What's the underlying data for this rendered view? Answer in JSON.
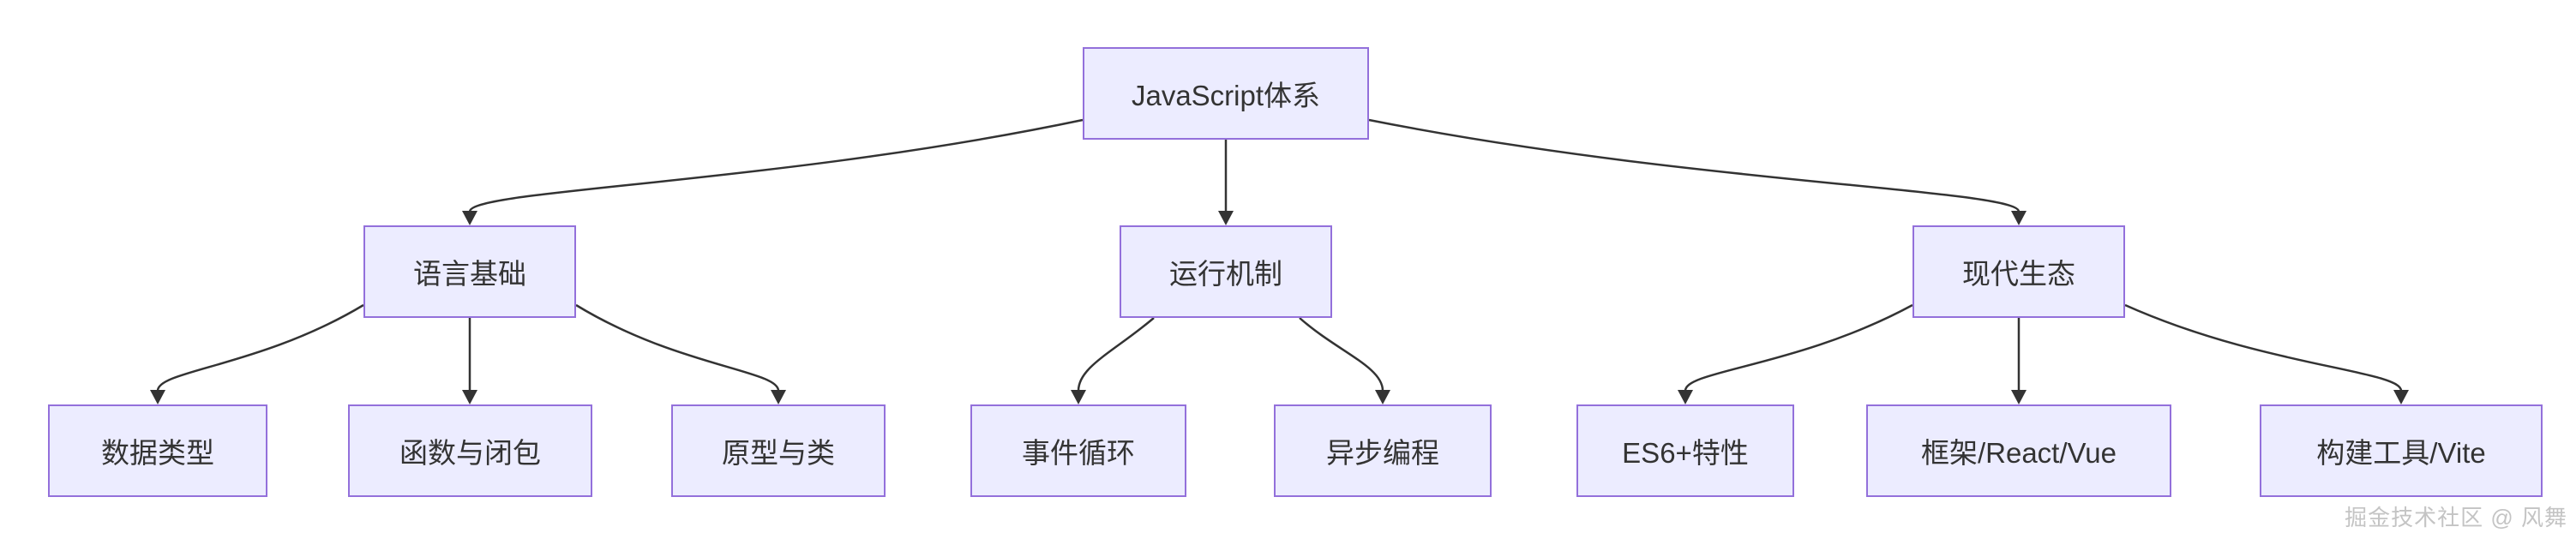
{
  "diagram": {
    "type": "flowchart-top-down",
    "nodes": [
      {
        "id": "root",
        "label": "JavaScript体系",
        "level": 0
      },
      {
        "id": "lang",
        "label": "语言基础",
        "level": 1
      },
      {
        "id": "runtime",
        "label": "运行机制",
        "level": 1
      },
      {
        "id": "eco",
        "label": "现代生态",
        "level": 1
      },
      {
        "id": "datatypes",
        "label": "数据类型",
        "level": 2
      },
      {
        "id": "closures",
        "label": "函数与闭包",
        "level": 2
      },
      {
        "id": "proto",
        "label": "原型与类",
        "level": 2
      },
      {
        "id": "eventloop",
        "label": "事件循环",
        "level": 2
      },
      {
        "id": "async",
        "label": "异步编程",
        "level": 2
      },
      {
        "id": "es6",
        "label": "ES6+特性",
        "level": 2
      },
      {
        "id": "frameworks",
        "label": "框架/React/Vue",
        "level": 2
      },
      {
        "id": "build",
        "label": "构建工具/Vite",
        "level": 2
      }
    ],
    "edges": [
      {
        "from": "JavaScript体系",
        "to": "语言基础"
      },
      {
        "from": "JavaScript体系",
        "to": "运行机制"
      },
      {
        "from": "JavaScript体系",
        "to": "现代生态"
      },
      {
        "from": "语言基础",
        "to": "数据类型"
      },
      {
        "from": "语言基础",
        "to": "函数与闭包"
      },
      {
        "from": "语言基础",
        "to": "原型与类"
      },
      {
        "from": "运行机制",
        "to": "事件循环"
      },
      {
        "from": "运行机制",
        "to": "异步编程"
      },
      {
        "from": "现代生态",
        "to": "ES6+特性"
      },
      {
        "from": "现代生态",
        "to": "框架/React/Vue"
      },
      {
        "from": "现代生态",
        "to": "构建工具/Vite"
      }
    ],
    "colors": {
      "node_fill": "#ECECFF",
      "node_border": "#9370DB",
      "edge": "#333333",
      "text": "#333333",
      "background": "#FFFFFF"
    }
  },
  "watermark": {
    "text": "掘金技术社区 @ 风舞"
  }
}
